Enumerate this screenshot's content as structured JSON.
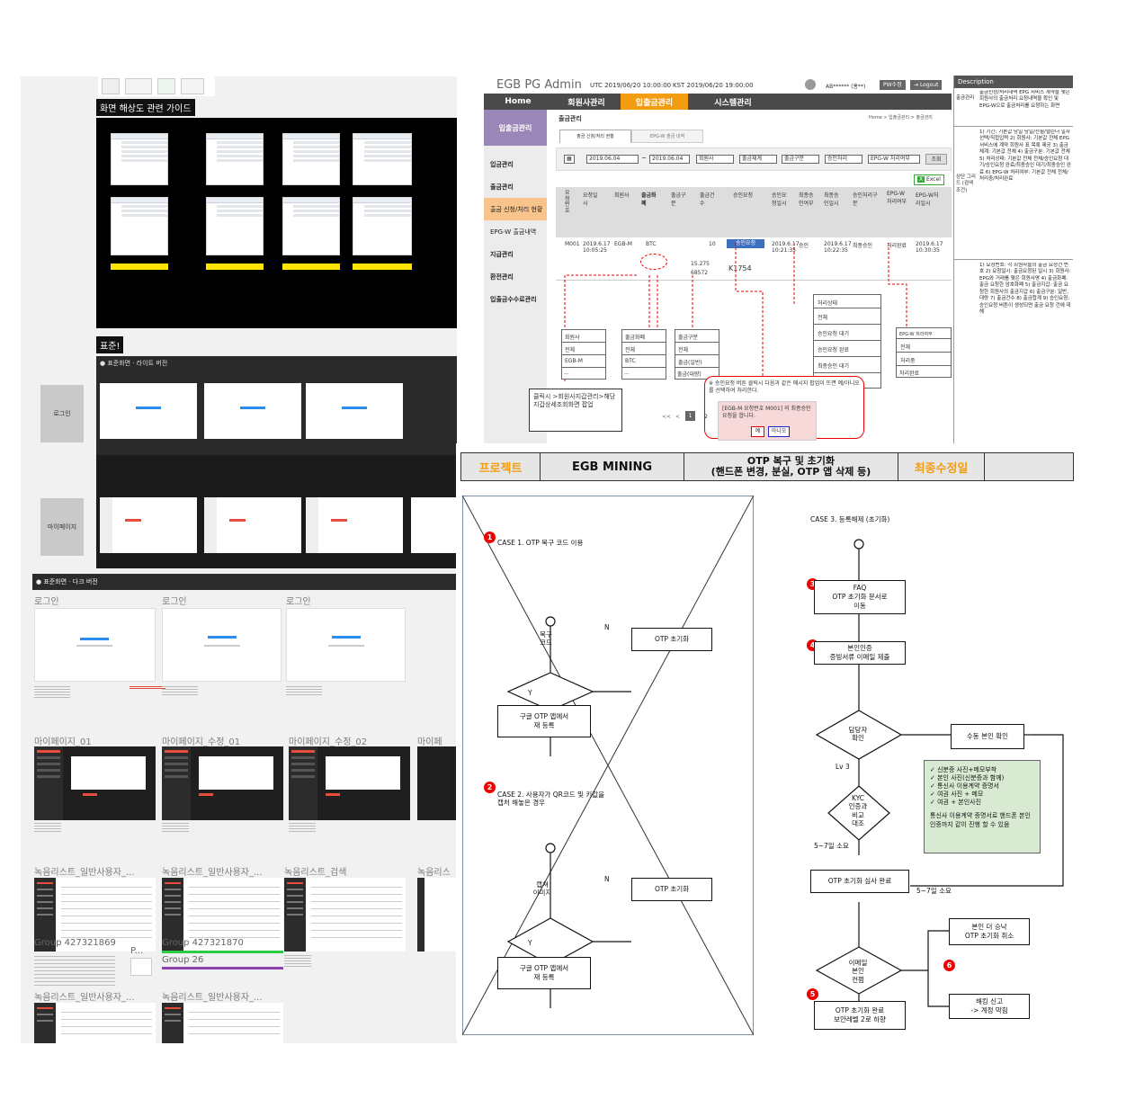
{
  "guide": {
    "title": "화면 해상도 관련 가이드",
    "std_label": "표준!",
    "section_light": "● 표준화면 · 라이트 버전",
    "section_dark": "● 표준화면 · 다크 버전",
    "login_label": "로그인",
    "mypage_label": "마이페이지"
  },
  "frames": {
    "login_titles": [
      "로그인",
      "로그인",
      "로그인"
    ],
    "mypage_titles": [
      "마이페이지_01",
      "마이페이지_수정_01",
      "마이페이지_수정_02",
      "마이페"
    ],
    "list_titles": [
      "녹음리스트_일반사용자_...",
      "녹음리스트_일반사용자_...",
      "녹음리스트_검색",
      "녹음리스"
    ],
    "list_titles2": [
      "녹음리스트_일반사용자_...",
      "녹음리스트_일반사용자_..."
    ],
    "groups": [
      "Group 427321869",
      "Group 427321870",
      "Group 26"
    ],
    "group_tail": "P..."
  },
  "admin": {
    "brand": "EGB PG Admin",
    "time_utc": "UTC 2019/06/20 10:00:00",
    "time_kst": "KST 2019/06/20 19:00:00",
    "user": "AB****** (홍**)",
    "pw_btn": "PW수정",
    "logout_btn": "Logout",
    "nav": [
      "Home",
      "회원사관리",
      "입출금관리",
      "시스템관리"
    ],
    "side_title": "입출금관리",
    "side_items": [
      "입금관리",
      "출금관리",
      "출금 신청/처리 현황",
      "EPG-W 출금내역",
      "지급관리",
      "환전관리",
      "입출금수수료관리"
    ],
    "page_title": "출금관리",
    "crumb": "Home > 입출금관리 > 출금관리",
    "tabs": [
      "출금 신청/처리 현황",
      "EPG-W 출금 내역"
    ],
    "date_from": "2019.06.04",
    "date_to": "2019.06.04",
    "filters": [
      "회원사",
      "출금체계",
      "출금구분",
      "승인처리",
      "EPG-W 처리여부"
    ],
    "search_btn": "조회",
    "excel_btn": "Excel",
    "columns": [
      "요청번호",
      "요청일시",
      "회원사",
      "출금화폐",
      "출금구분",
      "출금건수",
      "승인요청",
      "승인요청일시",
      "최종승인여부",
      "최종승인일시",
      "승인처리구분",
      "EPG-W처리여부",
      "EPG-W처리일시"
    ],
    "row": [
      "M001",
      "2019.6.17 10:05:25",
      "EGB-M",
      "BTC",
      "10",
      "승인요청",
      "2019.6.17 10:21:35",
      "승인",
      "2019.6.17 10:22:35",
      "최종승인",
      "처리완료",
      "2019.6.17 10:30:35"
    ],
    "amount1": "15.275",
    "amount2": "68572",
    "k_value": "K1754",
    "dd_status": [
      "처리상태",
      "전체",
      "승인요청 대기",
      "승인요청 완료",
      "최종승인 대기",
      "최종승인 완료"
    ],
    "dd_epgw": [
      "EPG-W 처리여부",
      "전체",
      "처리중",
      "처리완료"
    ],
    "dd_member": [
      "회원사",
      "전체",
      "EGB-M",
      "..."
    ],
    "dd_coin": [
      "출금화폐",
      "전체",
      "BTC",
      "..."
    ],
    "dd_type": [
      "출금구분",
      "전체",
      "출금(일반)",
      "출금(대량)"
    ],
    "note1": "클릭시 >회원사지갑관리>해당 지갑상세조회화면 팝업",
    "note2": "※ 승인요청 버튼 클릭시 다음과 같은 메시지 팝업이 뜨면 예/아니오 를 선택하여 처리한다.",
    "popup_msg": "[EGB-M 요청번호 M001] 의 최종승인 요청을 합니다.",
    "yes": "예",
    "no": "아니오",
    "pages": [
      "<<",
      "<",
      "1",
      "2"
    ],
    "desc_title": "Description",
    "desc_sec1_label": "출금관리",
    "desc_sec1": "출금신청/처리내역 EPG 서비스 계약을 맺은 회원사의 출금처리 요청내역을 확인 및 EPG-W으로 출금처리를 요청하는 화면",
    "desc_sec2_label": "상단 그리드 (검색조건)",
    "desc_sec2": "1) 기간: 기본값 당일 당일/전월/캘린더 일자선택/직접입력 2) 회원사: 기본값 전체 EPG 서비스에 계약 회원사 표 목록 제공 3) 출금체계: 기본값 전체 4) 출금구분: 기본값 전체 5) 처리상태: 기본값 전체 전체/승인요청 대기/승인요청 완료/최종승인 대기/최종승인 완료 6) EPG-W 처리여부: 기본값 전체 전체/처리중/처리완료",
    "desc_sec3": "1) 요청번호: 각 회원사들의 출금 요청건 번호 2) 요청일시: 출금요청된 일시 3) 회원사: EPG와 거래를 맺은 회원사명 4) 출금화폐: 출금 요청한 암호화폐 5) 출금지갑: 출금 요청한 회원사의 출금지갑 6) 출금구분: 일반, 대량 7) 출금건수 8) 출금합계 9) 승인요청: 승인요청 버튼이 생성되면 출금 요청 건에 대해"
  },
  "flow": {
    "header": [
      "프로젝트",
      "EGB MINING",
      "OTP 복구 및 초기화\n(핸드폰 변경, 분실, OTP 앱 삭제 등)",
      "최종수정일",
      ""
    ],
    "case1": "CASE 1. OTP 복구 코드 이용",
    "case2": "CASE 2. 사용자가 QR코드 및 키값을 캡처 해놓은 경우",
    "case3": "CASE 3. 등록해제 (초기화)",
    "d1": "복구\n코드",
    "d2": "캡쳐\n이미지",
    "n": "N",
    "y": "Y",
    "otp_reset": "OTP 초기화",
    "google_otp": "구글 OTP 앱에서\n재 등록",
    "faq": "FAQ\nOTP 초기화 문서로\n이동",
    "verify": "본인인증\n증빙서류 이메일 제출",
    "manager": "담당자\n확인",
    "manual": "수동 본인 확인",
    "lv3": "Lv 3",
    "kyc": "KYC\n인증과\n비교\n대조",
    "days1": "5~7일 소요",
    "days2": "5~7일 소요",
    "checklist": [
      "✓ 신분증 사진+메모부착",
      "✓ 본인 사진(신분증과 함께)",
      "✓ 통신사 이용계약 증명서",
      "✓ 여권 사진 + 메모",
      "✓ 여권 + 본인사진"
    ],
    "check_note": "통신사 이용계약 증명서로 핸드폰 본인인증까지 같이 진행 할 수 있음",
    "review_done": "OTP 초기화 심사 완료",
    "email": "이메일\n본인\n컨펌",
    "cancel": "본인 더 승낙\nOTP 초기화 취소",
    "hacking": "해킹 신고\n-> 계정 막힘",
    "done": "OTP 초기화 완료\n보안레벨 2로 하향",
    "badges": [
      "1",
      "2",
      "3",
      "4",
      "5",
      "6"
    ]
  },
  "colors": {
    "accent_orange": "#f39c12",
    "admin_purple": "#9b86b8",
    "danger_red": "#e00000",
    "note_green": "#d9ead3",
    "yellow": "#ffe400"
  }
}
